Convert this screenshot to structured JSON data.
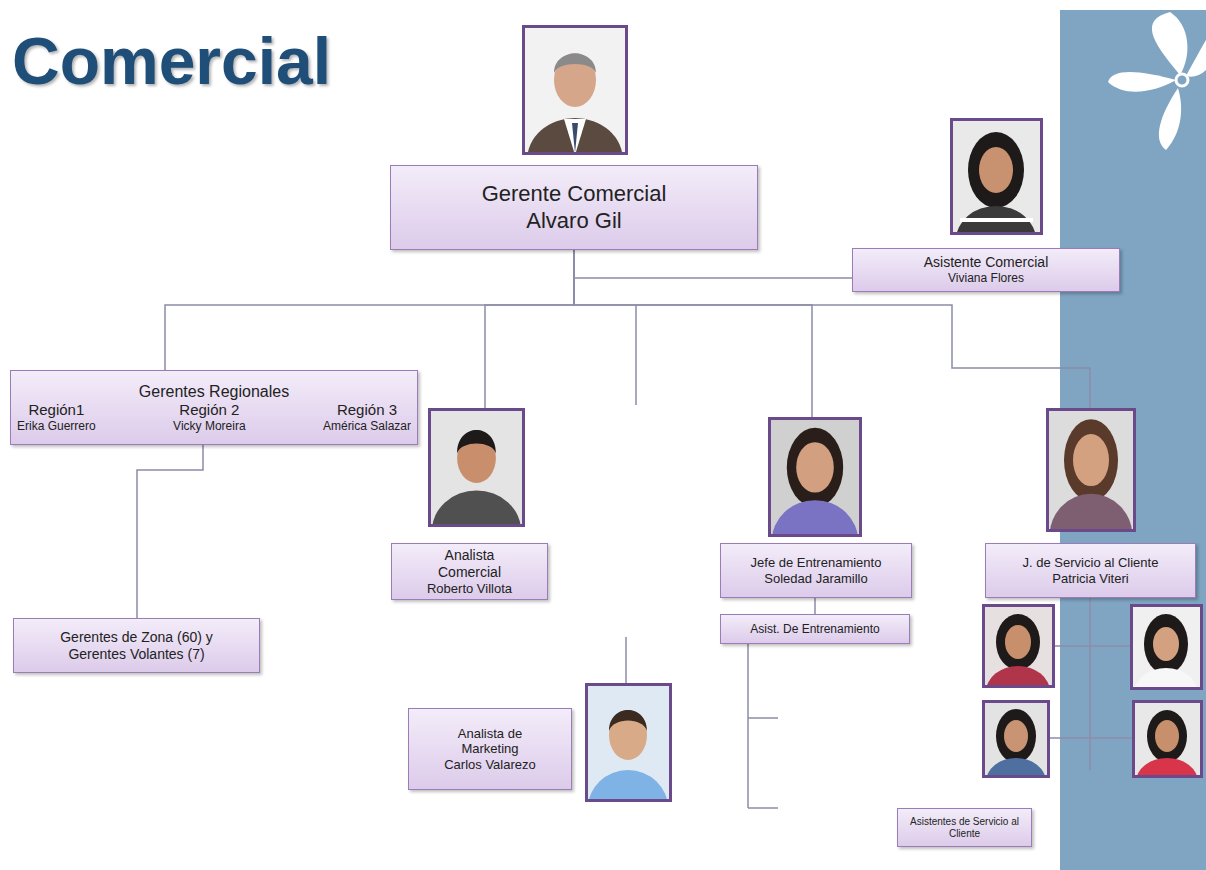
{
  "diagram": {
    "title": "Comercial",
    "nodes": [
      {
        "text": [
          "Gerente Comercial",
          "Alvaro Gil"
        ]
      },
      {
        "text": [
          "Asistente Comercial",
          "Viviana Flores"
        ]
      },
      {
        "text": [
          "Gerentes Regionales",
          "Región1",
          "Región 2",
          "Región 3",
          "Erika Guerrero",
          "Vicky Moreira",
          "América Salazar"
        ]
      },
      {
        "text": [
          "Analista Comercial",
          "Roberto Villota"
        ]
      },
      {
        "text": [
          "Jefe de Entrenamiento",
          "Soledad Jaramillo"
        ]
      },
      {
        "text": [
          "J. de Servicio al Cliente",
          "Patricia Viteri"
        ]
      },
      {
        "text": [
          "Gerentes de Zona (60) y Gerentes Volantes (7)"
        ]
      },
      {
        "text": [
          "Asist. De Entrenamiento"
        ]
      },
      {
        "text": [
          "Analista de Marketing",
          "Carlos Valarezo"
        ]
      },
      {
        "text": [
          "Asistentes de Servicio al Cliente"
        ]
      }
    ],
    "edges": [
      {
        "from": 0,
        "to": 1,
        "arrow": "none"
      },
      {
        "from": 0,
        "to": 2,
        "arrow": "none"
      },
      {
        "from": 0,
        "to": 3,
        "arrow": "none"
      },
      {
        "from": 0,
        "to": 4,
        "arrow": "none"
      },
      {
        "from": 0,
        "to": 5,
        "arrow": "none"
      },
      {
        "from": 2,
        "to": 6,
        "arrow": "none"
      },
      {
        "from": 4,
        "to": 7,
        "arrow": "none"
      }
    ]
  }
}
